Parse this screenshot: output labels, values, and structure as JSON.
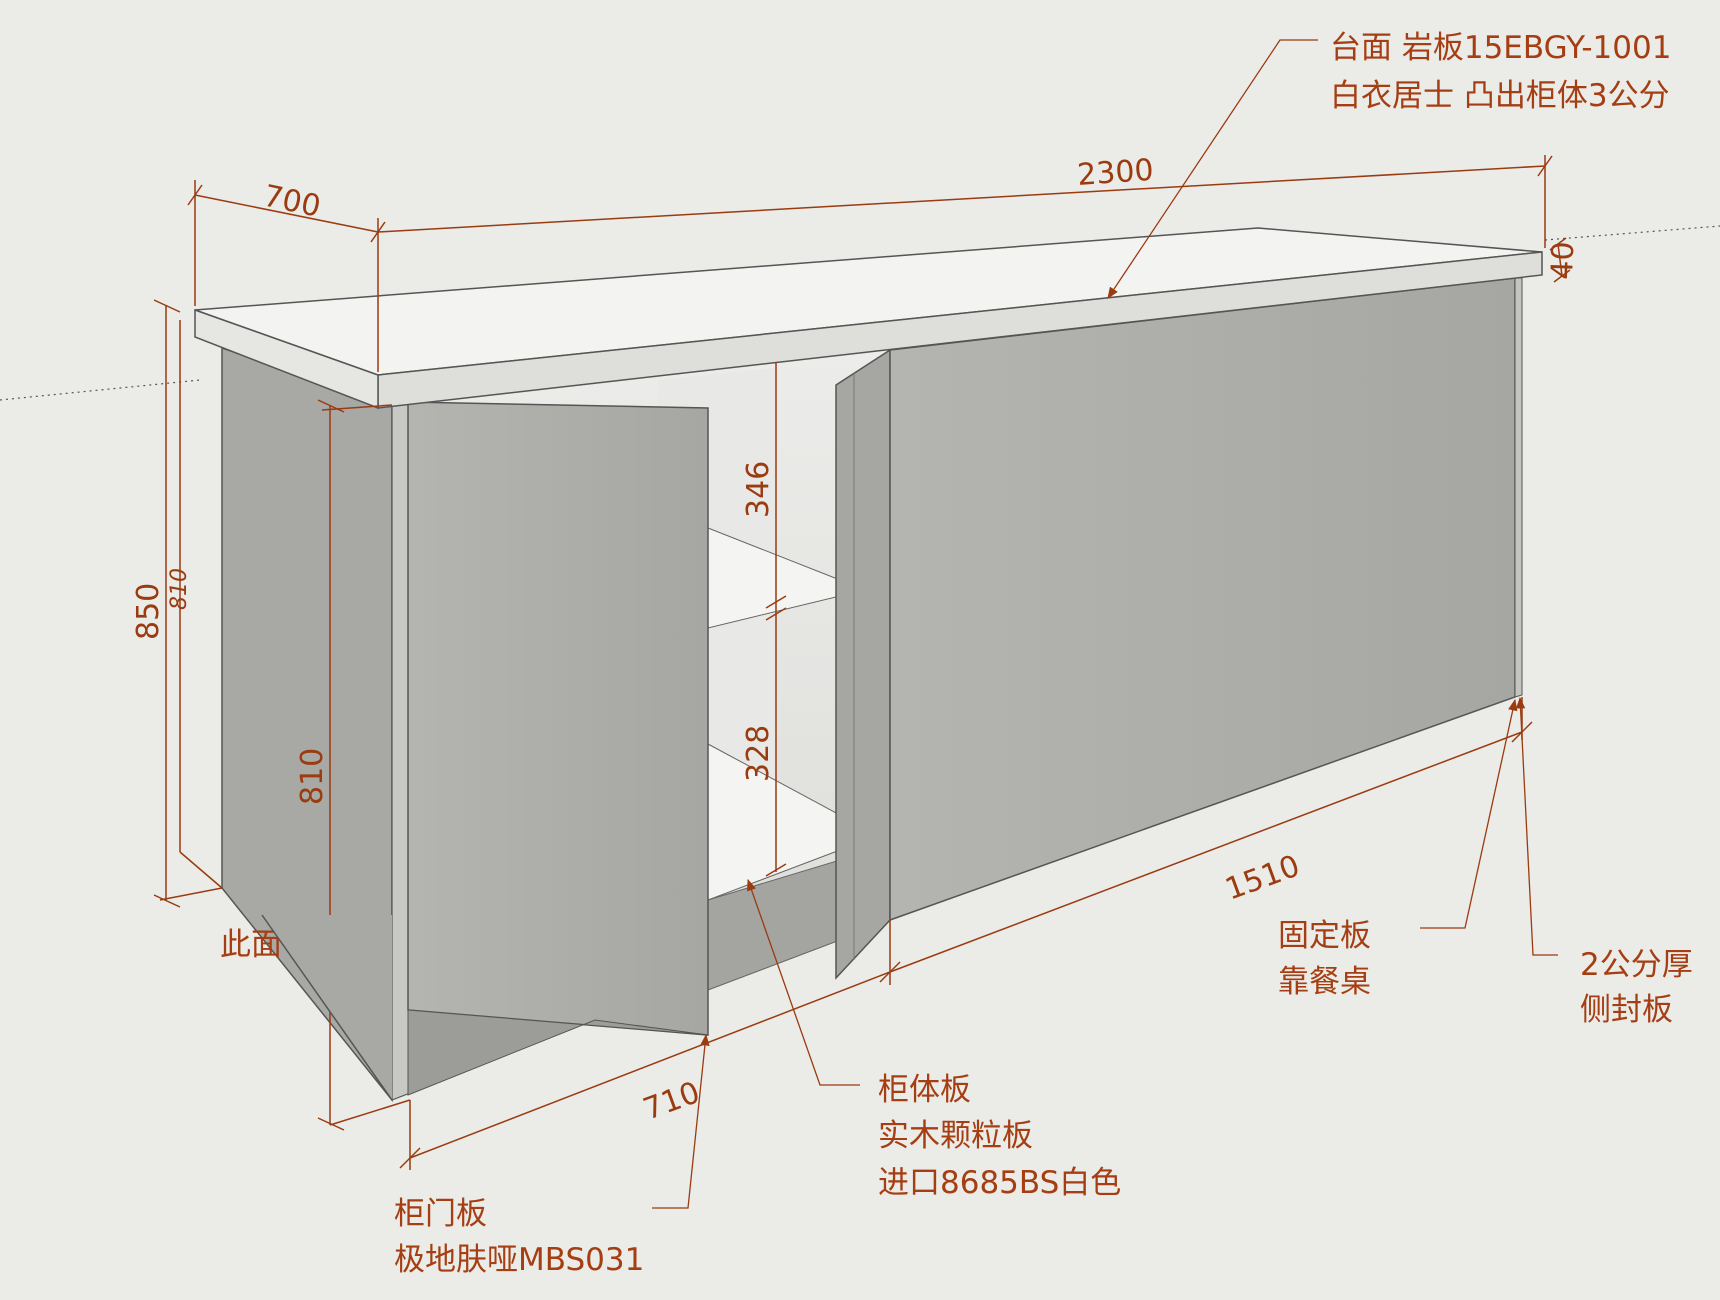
{
  "colors": {
    "background": "#ebebe8",
    "annotation": "#9a3b10",
    "countertop": "#f3f3f1",
    "panel": "#aeaeaa",
    "panel_dark": "#a2a29e"
  },
  "dimensions": {
    "depth_top": "700",
    "length_top": "2300",
    "top_thickness": "40",
    "total_height": "850",
    "height_small": "810",
    "cabinet_height": "810",
    "shelf_upper": "346",
    "shelf_lower": "328",
    "depth_bottom": "710",
    "length_bottom": "1510"
  },
  "labels": {
    "countertop_line1": "台面 岩板15EBGY-1001",
    "countertop_line2": "白衣居士 凸出柜体3公分",
    "fixed_panel_line1": "固定板",
    "fixed_panel_line2": "靠餐桌",
    "side_panel_line1": "2公分厚",
    "side_panel_line2": "侧封板",
    "carcass_line1": "柜体板",
    "carcass_line2": "实木颗粒板",
    "carcass_line3": "进口8685BS白色",
    "door_line1": "柜门板",
    "door_line2": "极地肤哑MBS031",
    "cut_off_text": "此面"
  }
}
